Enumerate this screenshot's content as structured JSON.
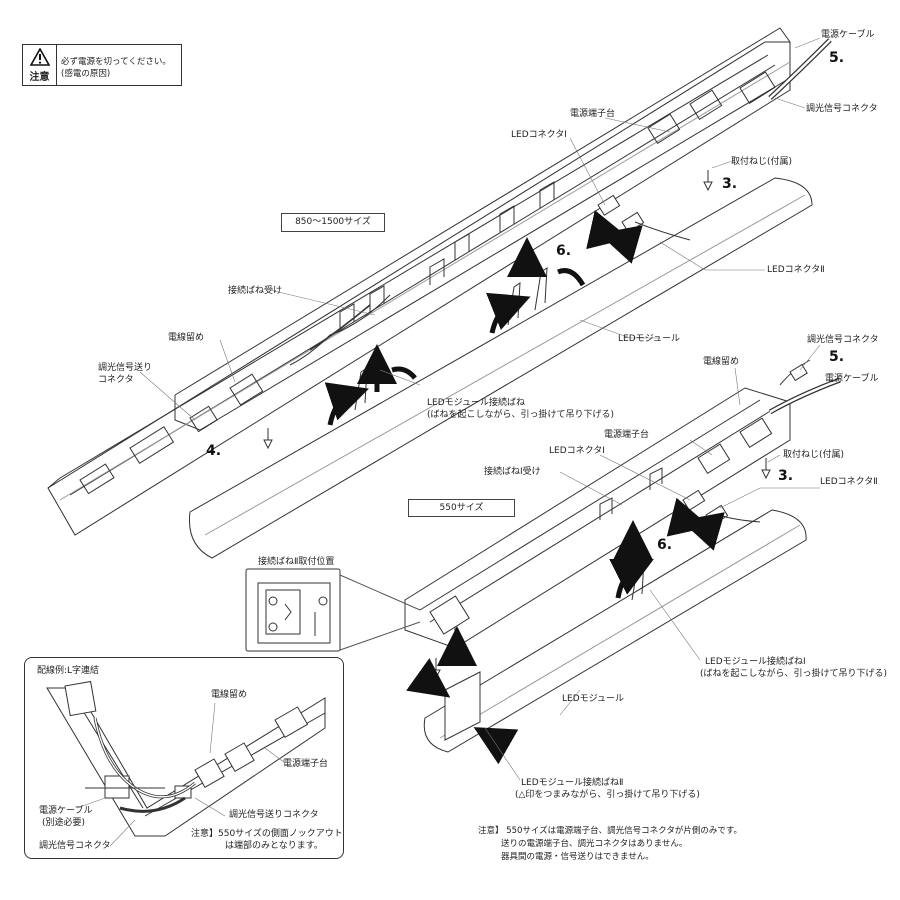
{
  "caution": {
    "title": "注意",
    "line1": "必ず電源を切ってください。",
    "line2": "(感電の原因)"
  },
  "size_labels": {
    "large": "850～1500サイズ",
    "small": "550サイズ"
  },
  "upper": {
    "power_cable": "電源ケーブル",
    "dimming_connector": "調光信号コネクタ",
    "power_terminal": "電源端子台",
    "led_connector_1": "LEDコネクタⅠ",
    "screw": "取付ねじ(付属)",
    "led_connector_2": "LEDコネクタⅡ",
    "spring_receiver": "接続ばね受け",
    "led_module": "LEDモジュール",
    "wire_clamp": "電線留め",
    "dimming_out_1": "調光信号送り",
    "dimming_out_2": "コネクタ",
    "module_spring_1": "LEDモジュール接続ばね",
    "module_spring_2": "(ばねを起こしながら、引っ掛けて吊り下げる)"
  },
  "lower": {
    "dimming_connector": "調光信号コネクタ",
    "power_cable": "電源ケーブル",
    "wire_clamp": "電線留め",
    "power_terminal": "電源端子台",
    "led_connector_1": "LEDコネクタⅠ",
    "screw": "取付ねじ(付属)",
    "spring_receiver": "接続ばねⅠ受け",
    "led_connector_2": "LEDコネクタⅡ",
    "spring2_position": "接続ばねⅡ取付位置",
    "module_spring1_1": "LEDモジュール接続ばねⅠ",
    "module_spring1_2": "(ばねを起こしながら、引っ掛けて吊り下げる)",
    "led_module": "LEDモジュール",
    "module_spring2_1": "LEDモジュール接続ばねⅡ",
    "module_spring2_2": "(△印をつまみながら、引っ掛けて吊り下げる)"
  },
  "steps": {
    "s3": "3.",
    "s4": "4.",
    "s5": "5.",
    "s6": "6."
  },
  "inset": {
    "title": "配線例:L字連結",
    "wire_clamp": "電線留め",
    "power_terminal": "電源端子台",
    "dimming_out": "調光信号送りコネクタ",
    "power_cable_1": "電源ケーブル",
    "power_cable_2": "(別途必要)",
    "dimming_connector": "調光信号コネクタ",
    "note_1": "注意】550サイズの側面ノックアウト",
    "note_2": "は端部のみとなります。"
  },
  "note": {
    "line1": "注意】 550サイズは電源端子台、調光信号コネクタが片側のみです。",
    "line2": "送りの電源端子台、調光コネクタはありません。",
    "line3": "器具間の電源・信号送りはできません。"
  }
}
